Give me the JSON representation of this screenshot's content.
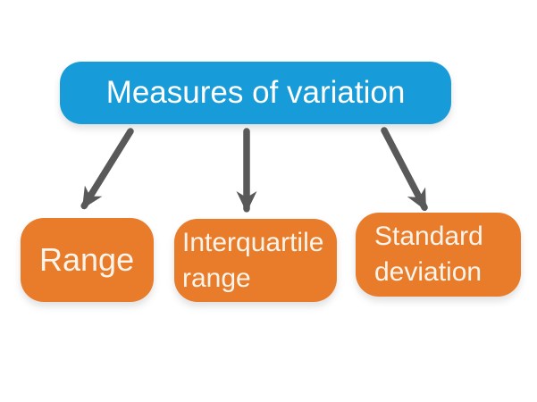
{
  "diagram": {
    "title_node": {
      "label": "Measures of variation"
    },
    "child_nodes": [
      {
        "label": "Range",
        "line1": "Range",
        "line2": ""
      },
      {
        "label": "Interquartile range",
        "line1": "Interquartile",
        "line2": "range"
      },
      {
        "label": "Standard deviation",
        "line1": "Standard",
        "line2": "deviation"
      }
    ],
    "colors": {
      "root_fill": "#189cd9",
      "child_fill": "#e87c2b",
      "arrow": "#595959",
      "root_text": "#ffffff",
      "child_text": "#fbf4ea",
      "background": "#ffffff"
    }
  }
}
